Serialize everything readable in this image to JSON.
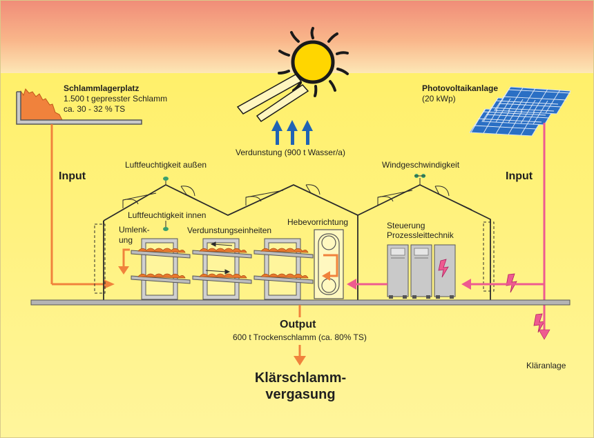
{
  "colors": {
    "sky_top": "#f08c78",
    "sky_mid": "#fde4b0",
    "yellow": "#fff16a",
    "sun": "#ffd600",
    "orange": "#f0823c",
    "pink": "#ee5a90",
    "blue_arrow": "#1f63b5",
    "panel": "#2a6fc4",
    "cabinet": "#c9c9c9",
    "floor": "#b4b4b4"
  },
  "storage": {
    "title": "Schlammlagerplatz",
    "line1": "1.500 t gepresster Schlamm",
    "line2": "ca. 30 - 32 % TS"
  },
  "pv": {
    "title": "Photovoltaikanlage",
    "power": "(20 kWp)"
  },
  "evaporation": "Verdunstung (900 t Wasser/a)",
  "input_left": "Input",
  "input_right": "Input",
  "sensors": {
    "humidity_outside": "Luftfeuchtigkeit außen",
    "wind_speed": "Windgeschwindigkeit",
    "humidity_inside": "Luftfeuchtigkeit innen"
  },
  "labels": {
    "deflection_1": "Umlenk-",
    "deflection_2": "ung",
    "evaporation_units": "Verdunstungseinheiten",
    "lifting_device": "Hebevorrichtung",
    "control_1": "Steuerung",
    "control_2": "Prozessleittechnik"
  },
  "output": {
    "title": "Output",
    "detail": "600 t Trockenschlamm (ca. 80% TS)"
  },
  "destination": {
    "line1": "Klärschlamm-",
    "line2": "vergasung"
  },
  "sewage_plant": "Kläranlage"
}
